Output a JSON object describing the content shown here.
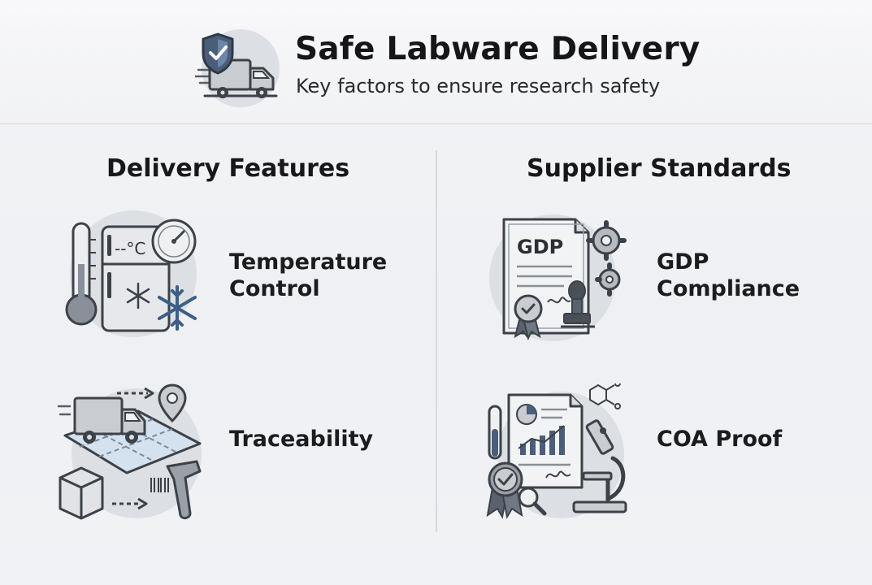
{
  "header": {
    "title": "Safe Labware Delivery",
    "subtitle": "Key factors to ensure research safety",
    "icon": "shield-truck-icon"
  },
  "columns": [
    {
      "heading": "Delivery Features",
      "items": [
        {
          "label_lines": [
            "Temperature",
            "Control"
          ],
          "icon": "temperature-fridge-icon",
          "display_text": "--°C"
        },
        {
          "label_lines": [
            "Traceability"
          ],
          "icon": "traceability-map-icon"
        }
      ]
    },
    {
      "heading": "Supplier Standards",
      "items": [
        {
          "label_lines": [
            "GDP",
            "Compliance"
          ],
          "icon": "gdp-certificate-icon",
          "doc_text": "GDP"
        },
        {
          "label_lines": [
            "COA Proof"
          ],
          "icon": "coa-report-microscope-icon"
        }
      ]
    }
  ],
  "colors": {
    "ink": "#1c1c1e",
    "icon_stroke": "#3d4248",
    "icon_fill": "#d7dadf",
    "accent_blue": "#3d5f86",
    "background": "#eef0f3"
  }
}
